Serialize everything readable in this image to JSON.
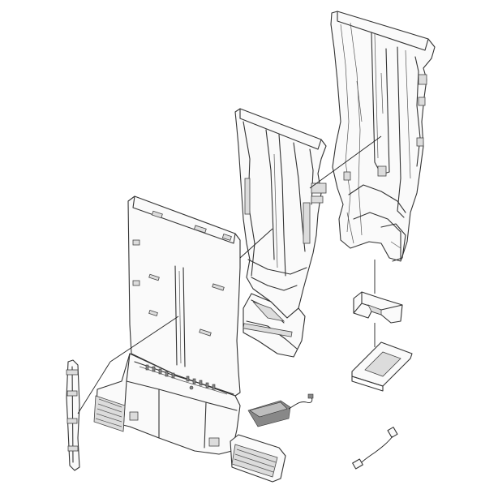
{
  "diagram": {
    "kind": "exploded-assembly-drawing",
    "parts": [
      {
        "id": "rear-frame",
        "icon": "rear-frame-part"
      },
      {
        "id": "middle-frame",
        "icon": "middle-frame-part"
      },
      {
        "id": "front-panel-base",
        "icon": "front-panel-part"
      },
      {
        "id": "side-rail",
        "icon": "side-rail-part"
      },
      {
        "id": "bracket-clip",
        "icon": "bracket-part"
      },
      {
        "id": "gasket-plate",
        "icon": "gasket-part"
      },
      {
        "id": "sensor-pad",
        "icon": "sensor-pad-part"
      },
      {
        "id": "wire-harness",
        "icon": "wire-harness-part"
      }
    ]
  }
}
